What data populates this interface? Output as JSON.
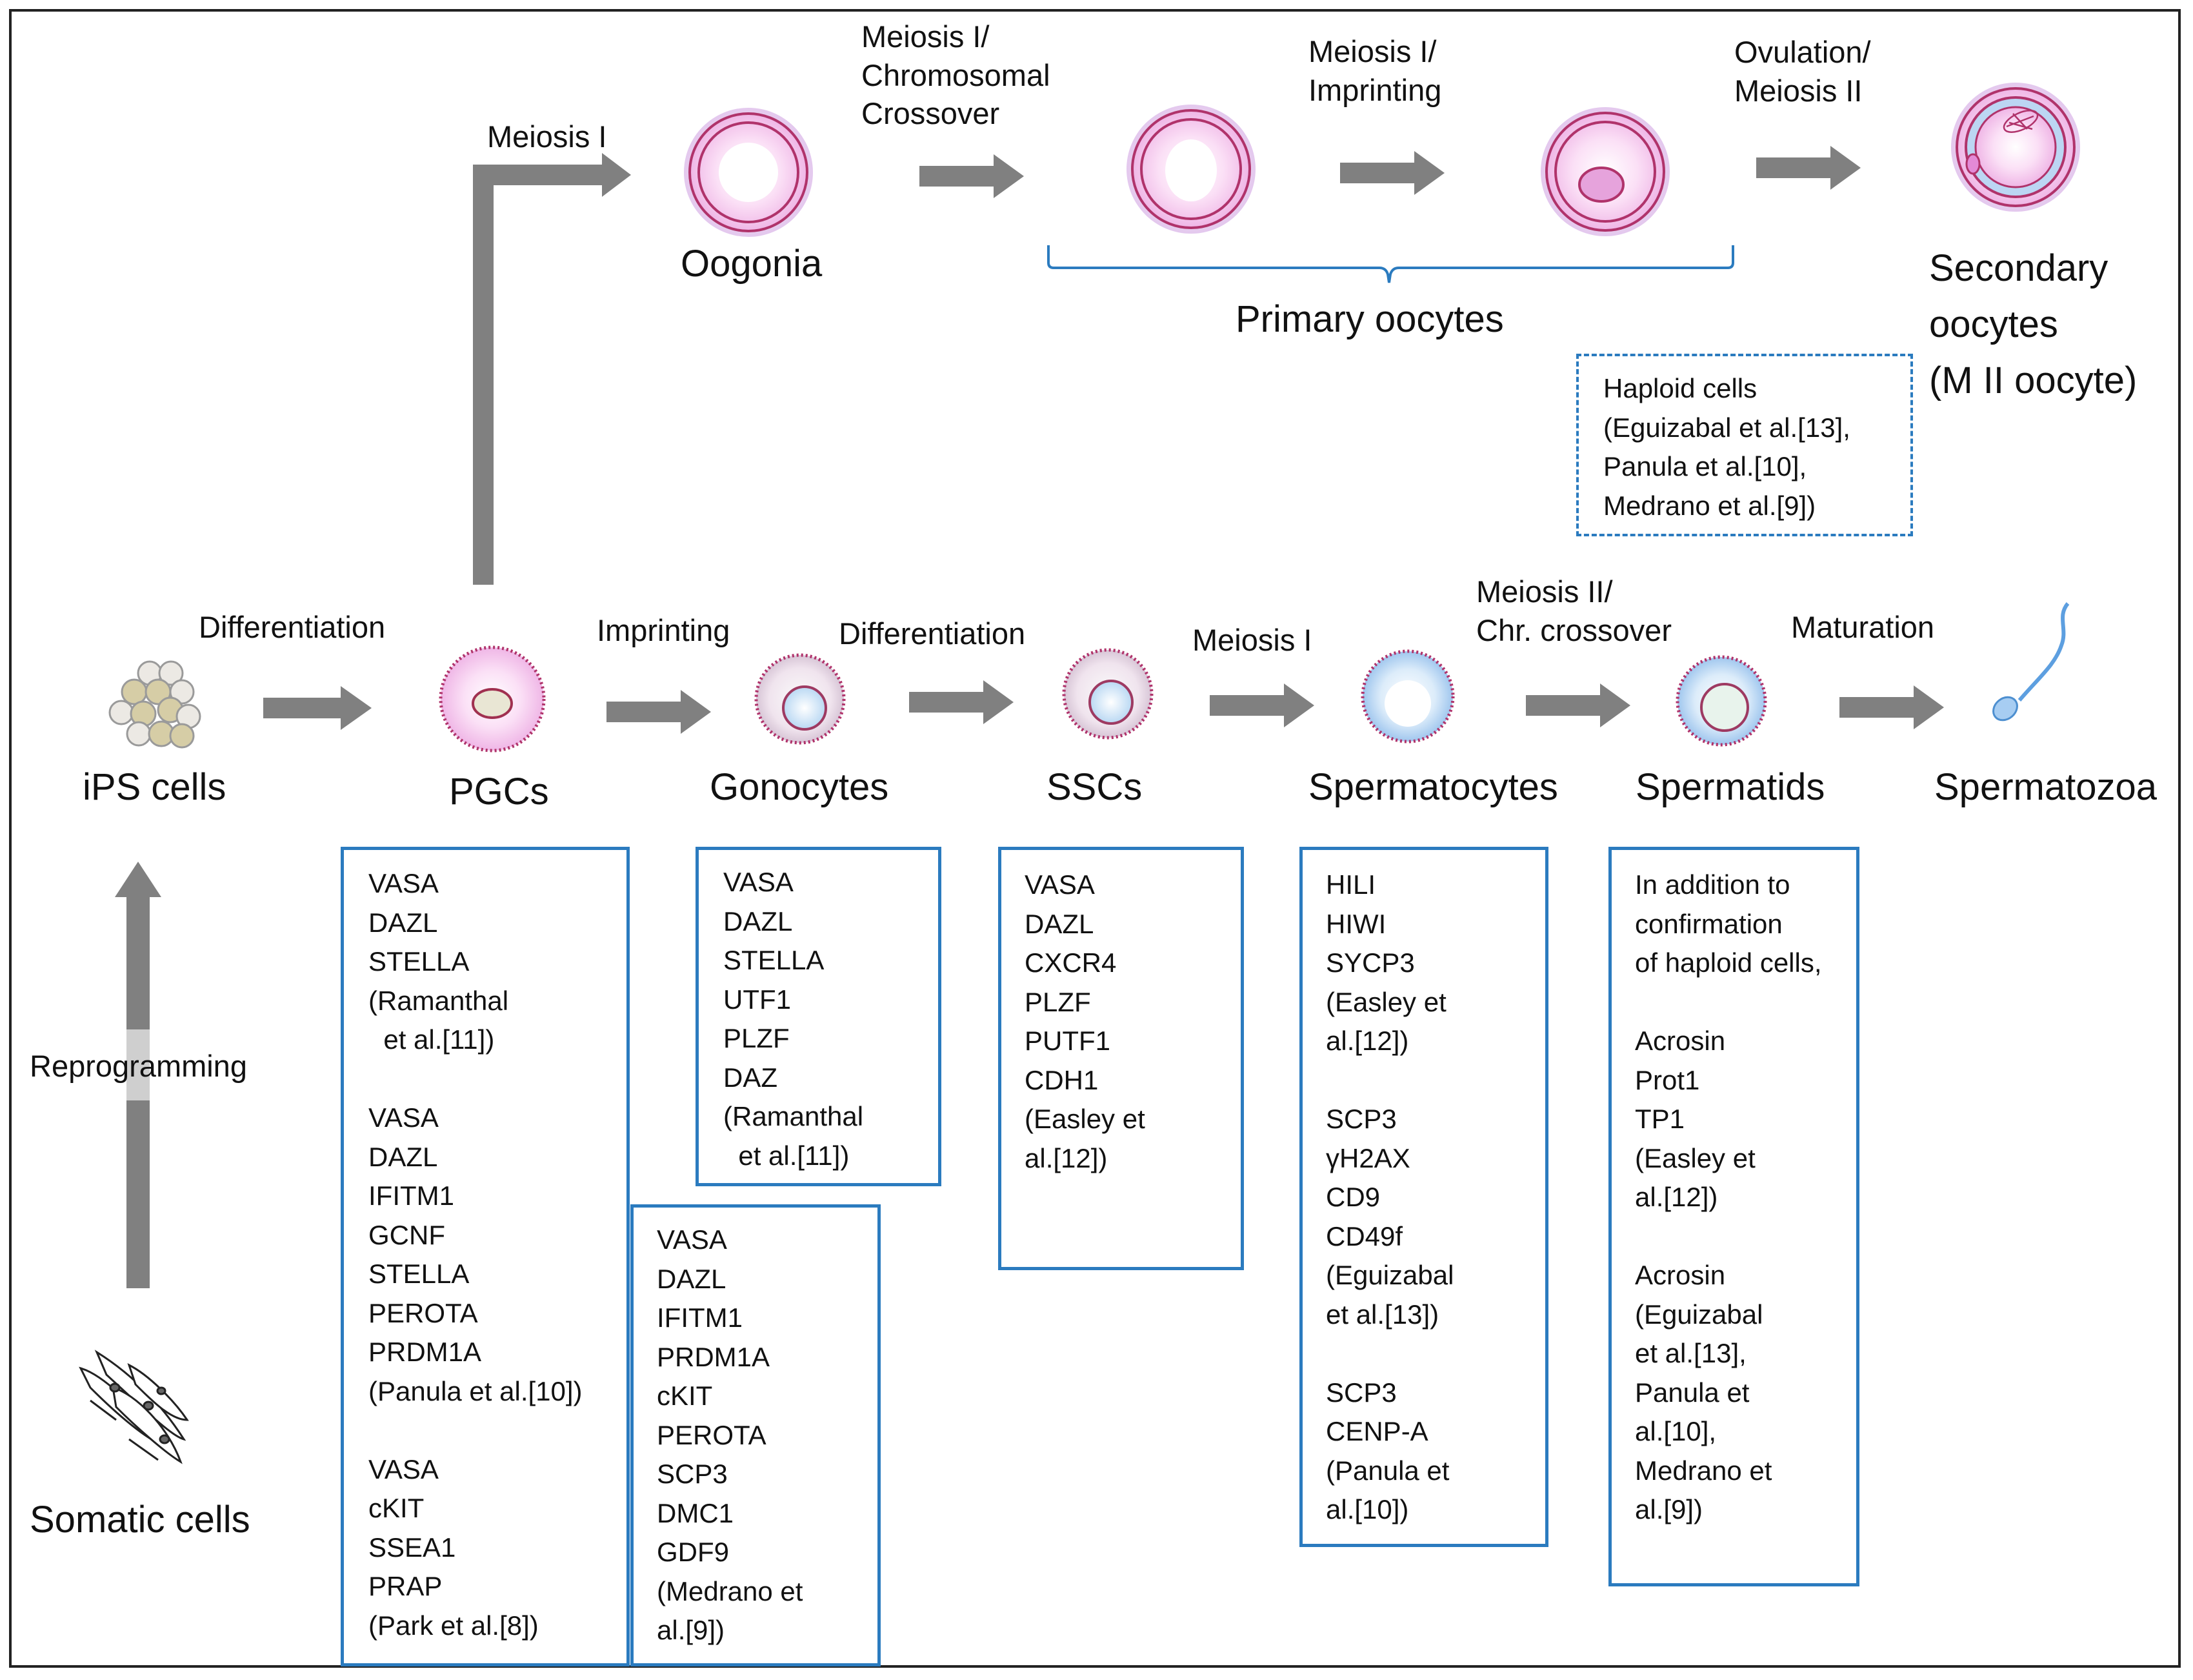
{
  "oogenesis": {
    "arrow_labels": {
      "meiosis1": "Meiosis I",
      "crossover": "Meiosis I/\nChromosomal\nCrossover",
      "imprinting": "Meiosis I/\nImprinting",
      "ovulation": "Ovulation/\nMeiosis II"
    },
    "oogonia": "Oogonia",
    "primary_oocytes": "Primary oocytes",
    "secondary_oocytes": "Secondary\noocytes\n(M II oocyte)",
    "haploid_box": "Haploid cells\n(Eguizabal et al.[13],\nPanula et al.[10],\nMedrano et al.[9])"
  },
  "spermatogenesis": {
    "stages": {
      "ips": "iPS cells",
      "pgcs": "PGCs",
      "gonocytes": "Gonocytes",
      "sscs": "SSCs",
      "spermatocytes": "Spermatocytes",
      "spermatids": "Spermatids",
      "spermatozoa": "Spermatozoa",
      "somatic": "Somatic cells"
    },
    "arrow_labels": {
      "differentiation1": "Differentiation",
      "imprinting": "Imprinting",
      "differentiation2": "Differentiation",
      "meiosis1": "Meiosis I",
      "meiosis2": "Meiosis II/\nChr. crossover",
      "maturation": "Maturation",
      "reprogramming": "Reprogramming"
    }
  },
  "marker_boxes": {
    "pgcs": "VASA\nDAZL\nSTELLA\n(Ramanthal\n  et al.[11])\n\nVASA\nDAZL\nIFITM1\nGCNF\nSTELLA\nPEROTA\nPRDM1A\n(Panula et al.[10])\n\nVASA\ncKIT\nSSEA1\nPRAP\n(Park et al.[8])",
    "gonocytes": "VASA\nDAZL\nSTELLA\nUTF1\nPLZF\nDAZ\n(Ramanthal\n  et al.[11])",
    "gonocytes_medrano": "VASA\nDAZL\nIFITM1\nPRDM1A\ncKIT\nPEROTA\nSCP3\nDMC1\nGDF9\n(Medrano et\nal.[9])",
    "sscs": "VASA\nDAZL\nCXCR4\nPLZF\nPUTF1\nCDH1\n(Easley et\nal.[12])",
    "spermatocytes": "HILI\nHIWI\nSYCP3\n(Easley et\nal.[12])\n\nSCP3\nγH2AX\nCD9\nCD49f\n(Eguizabal\net al.[13])\n\nSCP3\nCENP-A\n(Panula et\nal.[10])",
    "spermatids": "In addition to\nconfirmation\nof haploid cells,\n\nAcrosin\nProt1\nTP1\n(Easley et\nal.[12])\n\nAcrosin\n(Eguizabal\net al.[13],\nPanula et\nal.[10],\nMedrano et\nal.[9])"
  },
  "colors": {
    "arrow": "#808080",
    "box_border": "#2b7bbf",
    "cell_outline": "#b0336b",
    "oocyte_fill": "#f6c6ee",
    "sperm_cell_fill": "#d2e8f8"
  }
}
